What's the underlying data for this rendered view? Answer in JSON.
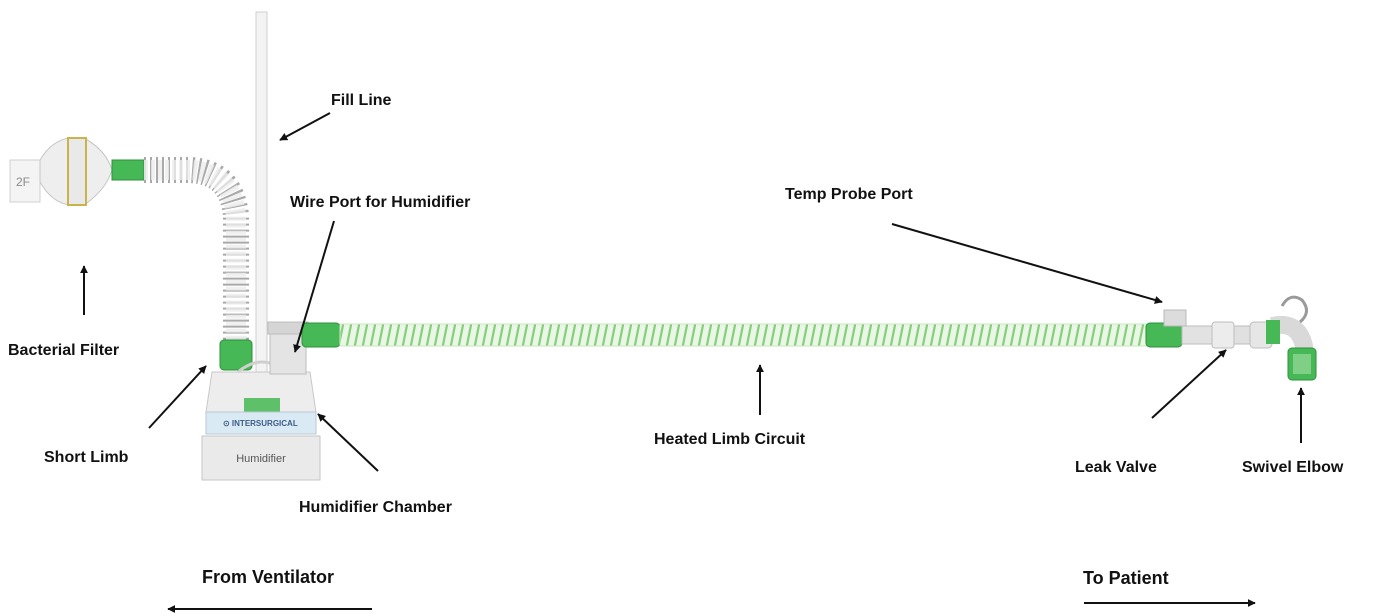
{
  "labels": {
    "fill_line": "Fill Line",
    "wire_port": "Wire Port for Humidifier",
    "temp_probe_port": "Temp Probe Port",
    "bacterial_filter": "Bacterial Filter",
    "short_limb": "Short Limb",
    "humidifier_chamber": "Humidifier Chamber",
    "heated_limb_circuit": "Heated Limb Circuit",
    "leak_valve": "Leak Valve",
    "swivel_elbow": "Swivel Elbow",
    "from_ventilator": "From Ventilator",
    "to_patient": "To Patient"
  },
  "device_text": {
    "humidifier": "Humidifier",
    "chamber_brand": "⊙ INTERSURGICAL",
    "filter_mark": "2F"
  },
  "colors": {
    "tube_green": "#3cb44b",
    "tube_light_green": "#a8dca0",
    "connector_grey": "#cfd4d2",
    "arrow": "#111111"
  },
  "icons": [
    "arrow-up-icon",
    "arrow-left-icon",
    "arrow-right-icon"
  ]
}
